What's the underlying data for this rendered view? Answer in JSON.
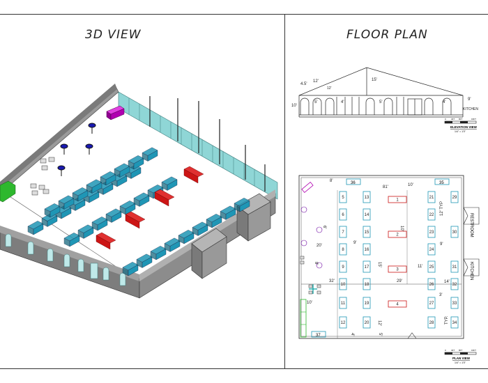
{
  "panels": {
    "left_title": "3D VIEW",
    "right_title": "FLOOR PLAN"
  },
  "elevation": {
    "dims": [
      "4.5'",
      "12'",
      "12'",
      "15'",
      "10'",
      "5'",
      "4'",
      "5'",
      "4'",
      "9'"
    ],
    "kitchen_label": "KITCHEN",
    "scale_ticks": [
      "0",
      "4FT",
      "8FT",
      "16FT"
    ],
    "caption": "ELEVATION VIEW",
    "scale_text": "1/4\" = 1'0\""
  },
  "plan": {
    "top_dims": [
      "8'",
      "81'",
      "10'"
    ],
    "left_dims": [
      "20'",
      "8'",
      "32'",
      "10'",
      "6'"
    ],
    "mid_dims": [
      "9'",
      "11'",
      "29'",
      "15'",
      "10'",
      "12'",
      "14'",
      "9'",
      "3'",
      "4'",
      "5'",
      "12' TYP",
      "TYP."
    ],
    "side_labels": [
      "RESTROOM",
      "KITCHEN"
    ],
    "booths_top": [
      "36",
      "35"
    ],
    "booth_bottom": "37",
    "booths_col1": [
      "5",
      "6",
      "7",
      "8",
      "9",
      "10",
      "11",
      "12"
    ],
    "booths_col2": [
      "13",
      "14",
      "15",
      "16",
      "17",
      "18",
      "19",
      "20"
    ],
    "booths_col3": [
      "21",
      "22",
      "23",
      "24",
      "25",
      "26",
      "27",
      "28"
    ],
    "booths_col4": [
      "29",
      "30",
      "31",
      "32",
      "33",
      "34"
    ],
    "red_booths": [
      "1",
      "2",
      "3",
      "4"
    ],
    "scale_ticks": [
      "0",
      "4FT",
      "8FT",
      "16FT"
    ],
    "caption": "PLAN VIEW",
    "scale_text": "1/4\" = 1'0\""
  },
  "colors": {
    "wall_gray": "#8c8c8c",
    "glass": "#8fd6d6",
    "booth": "#1f96b5",
    "red_booth": "#cc1515",
    "purple": "#b000b0",
    "green": "#2eb82e",
    "table": "#1a1ab0"
  }
}
